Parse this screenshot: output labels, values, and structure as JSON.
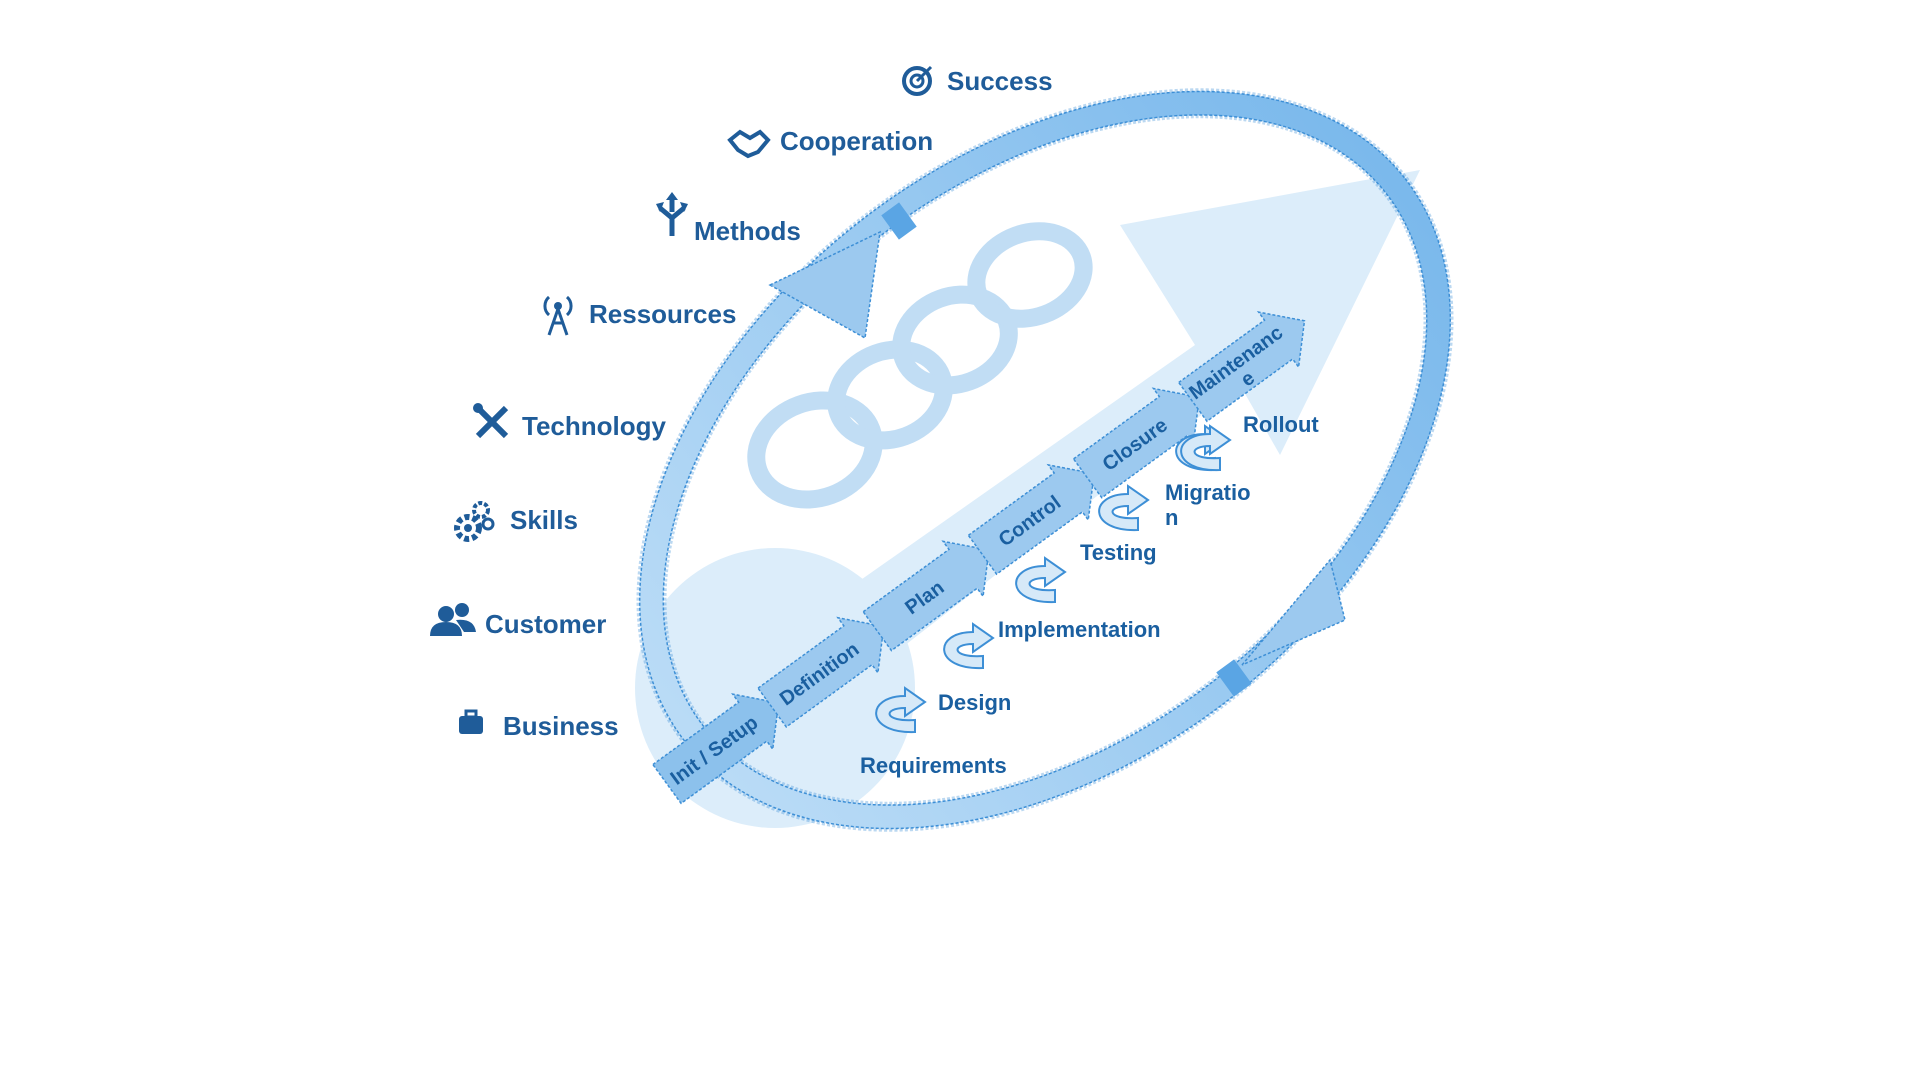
{
  "colors": {
    "primary": "#1f5c99",
    "arrow_fill": "#9cc9ef",
    "arrow_stroke": "#3d8fd6",
    "light_fill": "#d6e9f8"
  },
  "factors": [
    {
      "id": "success",
      "label": "Success",
      "icon": "target-icon"
    },
    {
      "id": "cooperation",
      "label": "Cooperation",
      "icon": "handshake-icon"
    },
    {
      "id": "methods",
      "label": "Methods",
      "icon": "split-arrows-icon"
    },
    {
      "id": "ressources",
      "label": "Ressources",
      "icon": "antenna-tower-icon"
    },
    {
      "id": "technology",
      "label": "Technology",
      "icon": "tools-icon"
    },
    {
      "id": "skills",
      "label": "Skills",
      "icon": "gears-icon"
    },
    {
      "id": "customer",
      "label": "Customer",
      "icon": "users-icon"
    },
    {
      "id": "business",
      "label": "Business",
      "icon": "briefcase-icon"
    }
  ],
  "phases": [
    {
      "id": "init",
      "label": "Init / Setup"
    },
    {
      "id": "definition",
      "label": "Definition"
    },
    {
      "id": "plan",
      "label": "Plan"
    },
    {
      "id": "control",
      "label": "Control"
    },
    {
      "id": "closure",
      "label": "Closure"
    },
    {
      "id": "maintenance",
      "label": "Maintenanc",
      "label2": "e"
    }
  ],
  "steps": [
    {
      "id": "requirements",
      "label": "Requirements"
    },
    {
      "id": "design",
      "label": "Design"
    },
    {
      "id": "implementation",
      "label": "Implementation"
    },
    {
      "id": "testing",
      "label": "Testing"
    },
    {
      "id": "migration",
      "label": "Migratio",
      "label2": "n"
    },
    {
      "id": "rollout",
      "label": "Rollout"
    }
  ]
}
